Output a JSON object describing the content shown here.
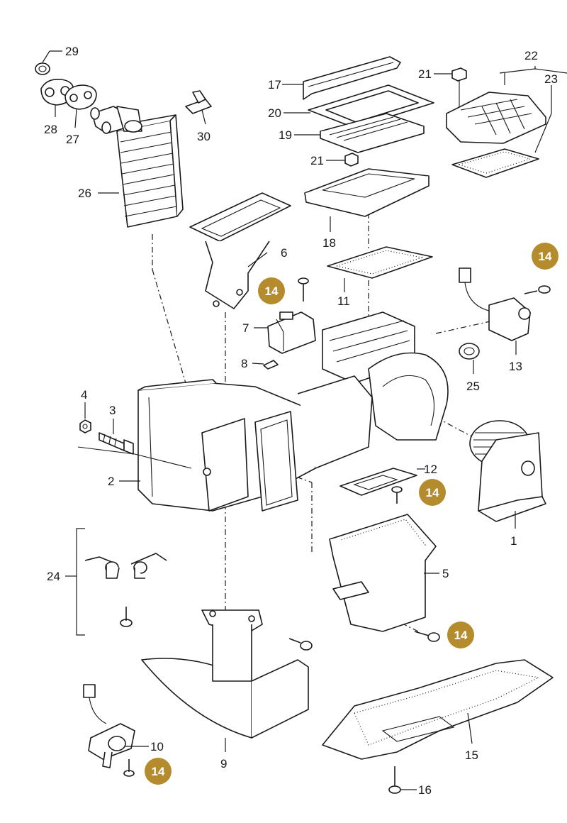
{
  "accent_color": "#b48c2e",
  "labels": {
    "p1": "1",
    "p2": "2",
    "p3": "3",
    "p4": "4",
    "p5": "5",
    "p6": "6",
    "p7": "7",
    "p8": "8",
    "p9": "9",
    "p10": "10",
    "p11": "11",
    "p12": "12",
    "p13": "13",
    "p15": "15",
    "p16": "16",
    "p17": "17",
    "p18": "18",
    "p19": "19",
    "p20": "20",
    "p21a": "21",
    "p21b": "21",
    "p22": "22",
    "p23": "23",
    "p24": "24",
    "p25": "25",
    "p26": "26",
    "p27": "27",
    "p28": "28",
    "p29": "29",
    "p30": "30"
  },
  "badges": {
    "b1": "14",
    "b2": "14",
    "b3": "14",
    "b4": "14",
    "b5": "14"
  }
}
